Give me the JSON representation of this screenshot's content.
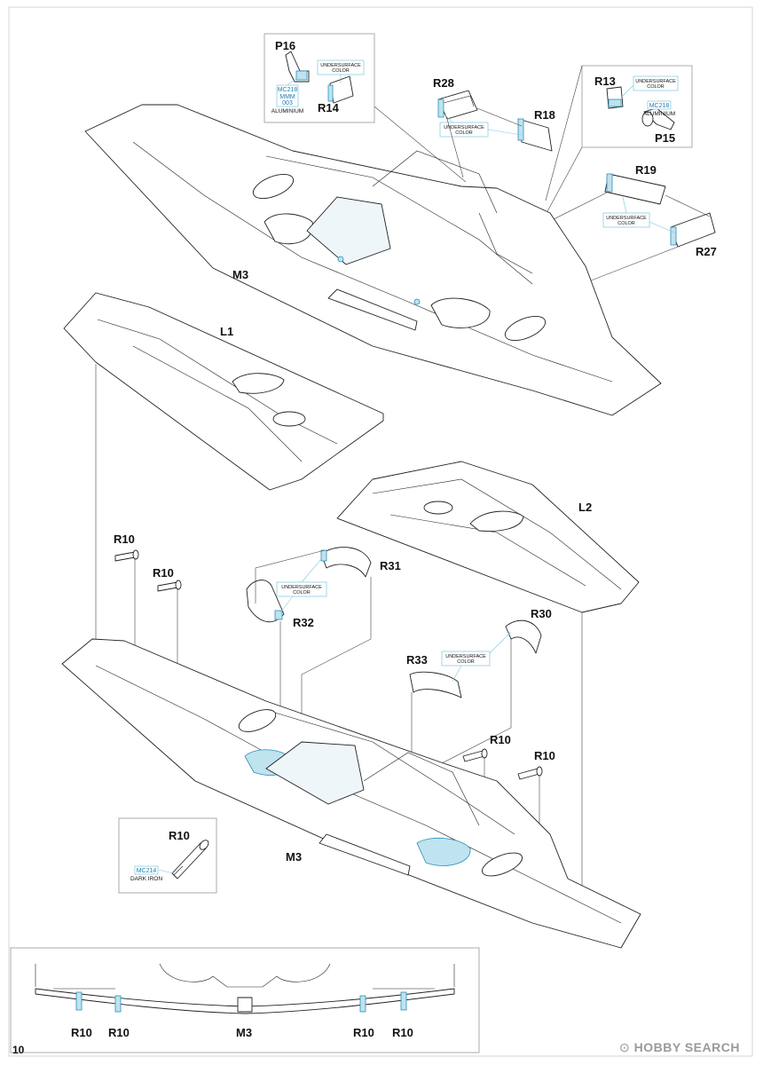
{
  "page": {
    "number": "10"
  },
  "watermark": {
    "text": "HOBBY SEARCH"
  },
  "parts": {
    "p16": "P16",
    "r14": "R14",
    "r28": "R28",
    "r18": "R18",
    "r13": "R13",
    "p15": "P15",
    "r19": "R19",
    "r27": "R27",
    "m3_top": "M3",
    "l1": "L1",
    "l2": "L2",
    "r10_a": "R10",
    "r10_b": "R10",
    "r31": "R31",
    "r32": "R32",
    "r30": "R30",
    "r33": "R33",
    "r10_c": "R10",
    "r10_d": "R10",
    "r10_detail": "R10",
    "m3_bottom": "M3",
    "inset_r10_1": "R10",
    "inset_r10_2": "R10",
    "inset_m3": "M3",
    "inset_r10_3": "R10",
    "inset_r10_4": "R10"
  },
  "colors": {
    "undersurface_line1": "UNDERSURFACE",
    "undersurface_line2": "COLOR",
    "mc218": "MC218",
    "mmm003_line1": "MMM",
    "mmm003_line2": "003",
    "aluminium": "ALUMINIUM",
    "mc214": "MC214",
    "dark_iron": "DARK IRON"
  },
  "accent": {
    "cyan": "#7fc6df",
    "callout": "#1c7fb0"
  }
}
